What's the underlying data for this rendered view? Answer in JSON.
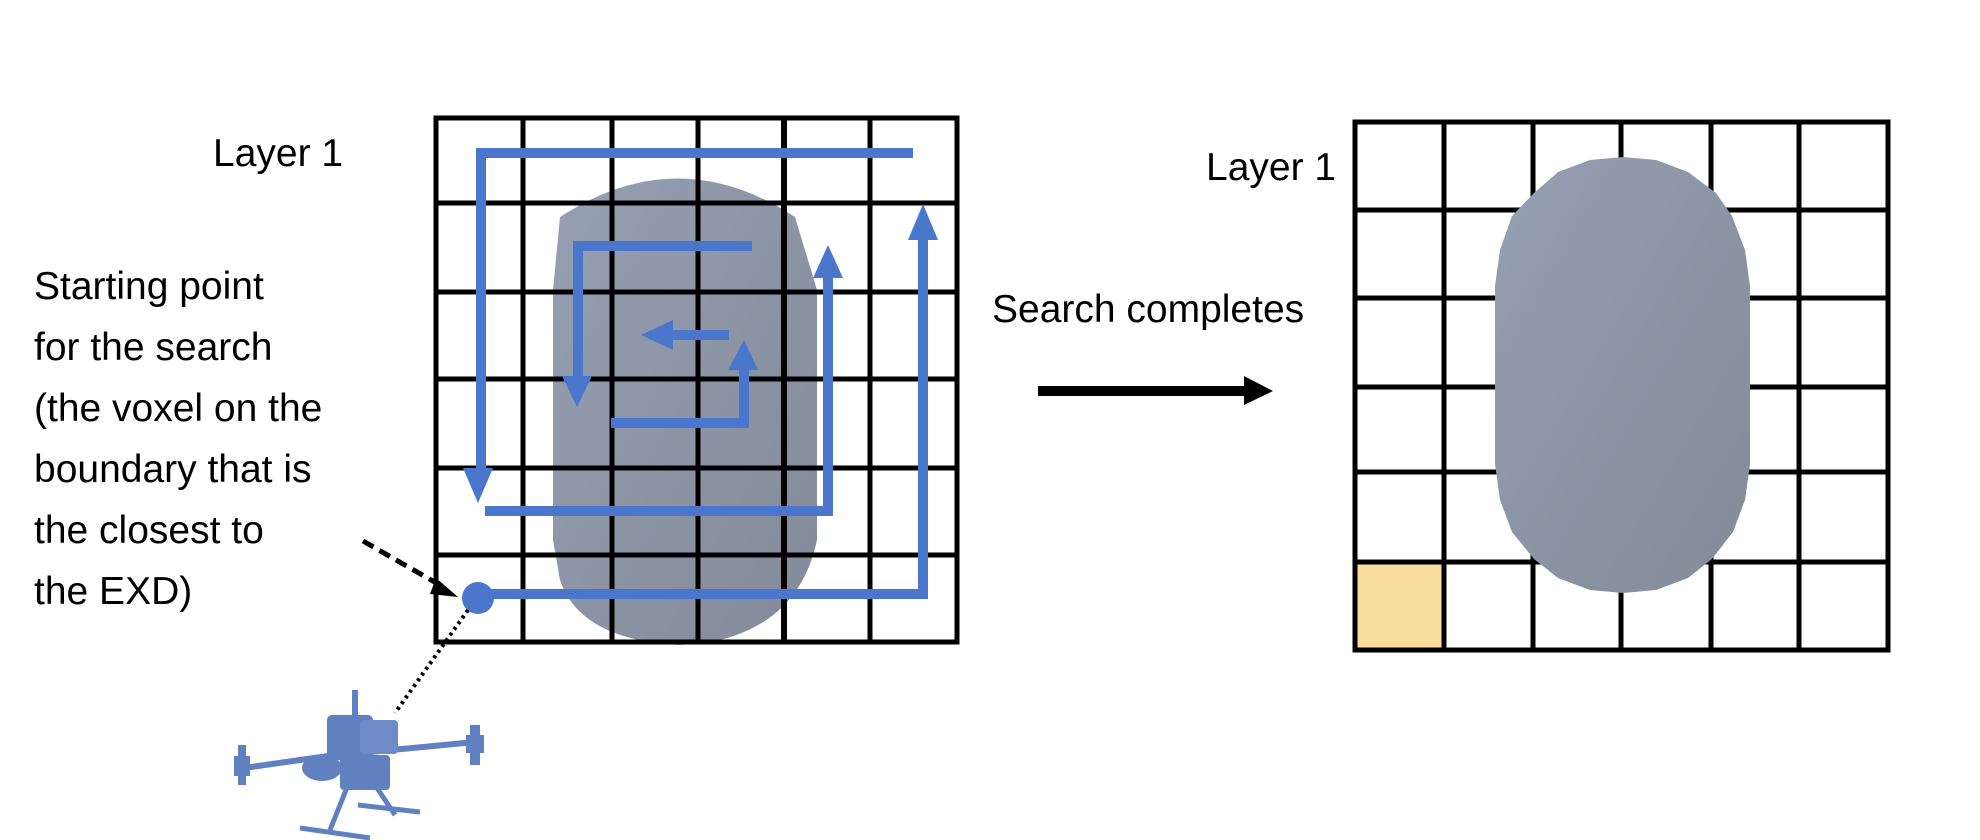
{
  "left_panel": {
    "layer_label": "Layer 1",
    "grid": {
      "rows": 6,
      "cols": 6
    },
    "description_lines": [
      "Starting point",
      "for the search",
      "(the voxel on the",
      "boundary that is",
      "the closest to",
      "the EXD)"
    ],
    "start_point_marker": "start-dot",
    "search_path": "spiral-inward",
    "device": "drone-icon"
  },
  "transition": {
    "label": "Search completes",
    "arrow": "right-arrow-icon"
  },
  "right_panel": {
    "layer_label": "Layer 1",
    "grid": {
      "rows": 6,
      "cols": 6
    },
    "highlighted_cell": {
      "row": 6,
      "col": 1
    }
  },
  "colors": {
    "path_blue": "#4a76cc",
    "object_gray": "#8b94a4",
    "highlight_yellow": "#f8dd9c",
    "grid_line": "#000000"
  }
}
